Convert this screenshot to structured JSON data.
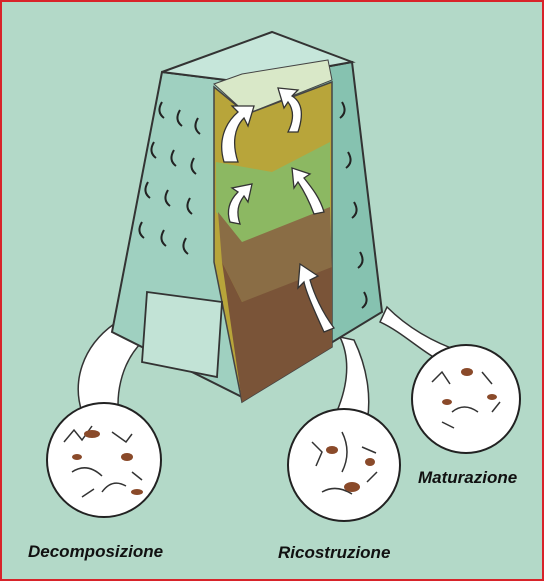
{
  "labels": {
    "decomposizione": "Decomposizione",
    "ricostruzione": "Ricostruzione",
    "maturazione": "Maturazione"
  },
  "colors": {
    "background": "#b3d9c8",
    "border": "#d8232a",
    "bin": "#9fd0c0",
    "bin_dark": "#6fa89a",
    "layer_top": "#b8a53a",
    "layer_green": "#8cb862",
    "layer_mid": "#8a6d45",
    "layer_bottom": "#7a5438"
  },
  "icons": [
    "compost-bin",
    "upward-arrow",
    "magnifier-circle",
    "speech-bubble-pointer"
  ]
}
